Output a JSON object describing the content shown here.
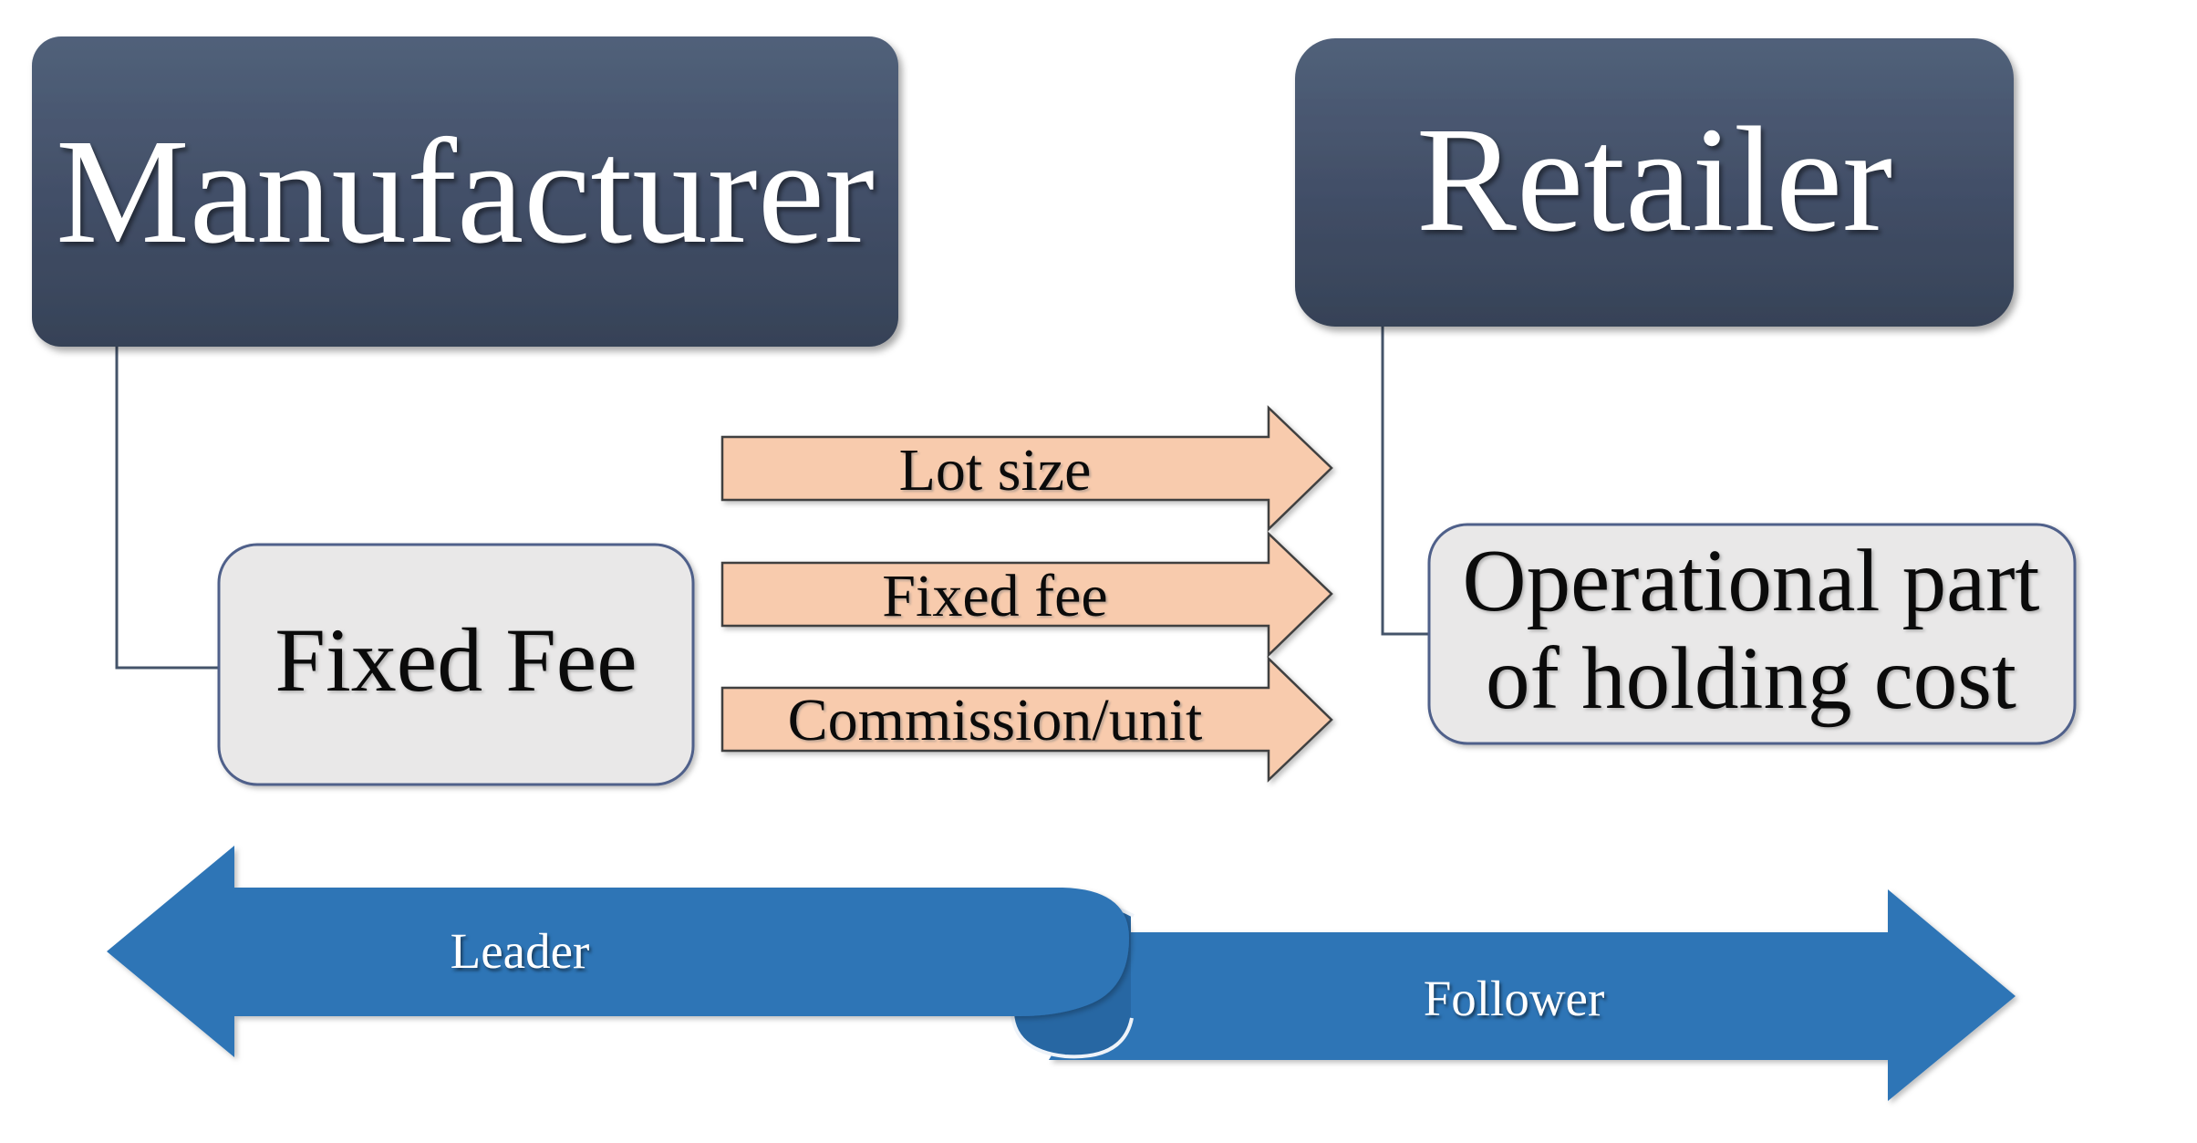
{
  "diagram": {
    "nodes": {
      "manufacturer": {
        "label": "Manufacturer"
      },
      "retailer": {
        "label": "Retailer"
      },
      "fixed_fee": {
        "label": "Fixed Fee"
      },
      "holding_cost": {
        "line1": "Operational part",
        "line2": "of holding cost"
      }
    },
    "flows": [
      {
        "label": "Lot size"
      },
      {
        "label": "Fixed fee"
      },
      {
        "label": "Commission/unit"
      }
    ],
    "roles": {
      "leader": "Leader",
      "follower": "Follower"
    },
    "colors": {
      "dark_node_top": "#51617a",
      "dark_node_bottom": "#364257",
      "light_box_fill": "#e9e8e8",
      "light_box_border": "#4f608a",
      "flow_arrow_fill": "#f8cbad",
      "flow_arrow_border": "#3f3f3f",
      "ribbon_blue": "#2e74b6",
      "ribbon_fold": "#2767a3",
      "connector": "#44546a"
    }
  }
}
